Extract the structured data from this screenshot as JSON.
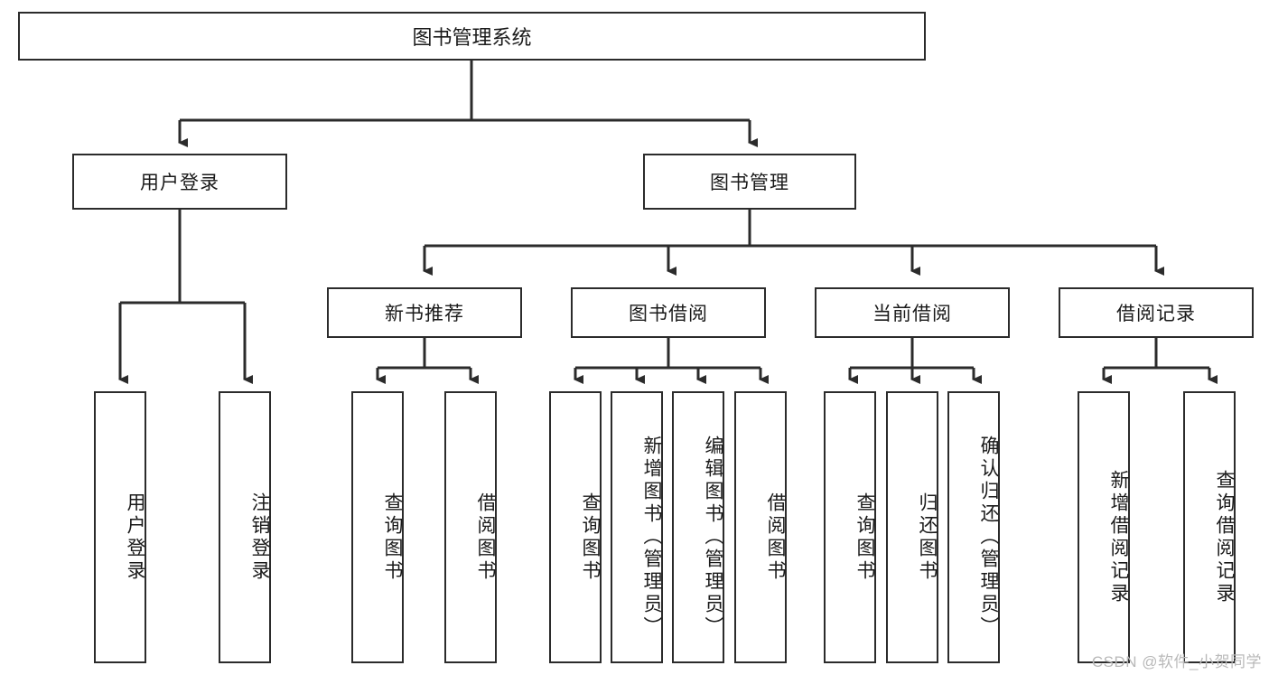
{
  "diagram": {
    "title": "图书管理系统",
    "type": "tree-diagram",
    "root": {
      "label": "图书管理系统"
    },
    "level1": [
      {
        "label": "用户登录"
      },
      {
        "label": "图书管理"
      }
    ],
    "level2": [
      {
        "label": "新书推荐"
      },
      {
        "label": "图书借阅"
      },
      {
        "label": "当前借阅"
      },
      {
        "label": "借阅记录"
      }
    ],
    "leaves": {
      "user_login": [
        {
          "label": "用户登录"
        },
        {
          "label": "注销登录"
        }
      ],
      "new_book_recommend": [
        {
          "label": "查询图书"
        },
        {
          "label": "借阅图书"
        }
      ],
      "book_borrow": [
        {
          "label": "查询图书"
        },
        {
          "label": "新增图书（管理员）"
        },
        {
          "label": "编辑图书（管理员）"
        },
        {
          "label": "借阅图书"
        }
      ],
      "current_borrow": [
        {
          "label": "查询图书"
        },
        {
          "label": "归还图书"
        },
        {
          "label": "确认归还（管理员）"
        }
      ],
      "borrow_record": [
        {
          "label": "新增借阅记录"
        },
        {
          "label": "查询借阅记录"
        }
      ]
    }
  },
  "watermark": {
    "text": "CSDN @软件_小贺同学"
  },
  "colors": {
    "stroke": "#2b2b2b",
    "fill": "#ffffff",
    "text": "#1a1a1a",
    "watermark": "#b9b9b9"
  }
}
